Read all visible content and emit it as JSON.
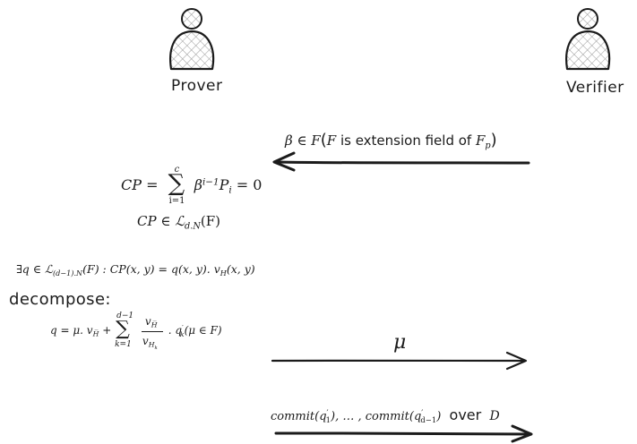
{
  "actors": {
    "prover": "Prover",
    "verifier": "Verifier"
  },
  "messages": {
    "challenge": {
      "beta_in_F": "β ∈ F",
      "open": "(",
      "F": "F",
      "note": " is extension field of ",
      "Fp_base": "F",
      "Fp_sub": "p",
      "close": ")"
    },
    "mu": "μ",
    "commitments": {
      "formula_a": "commit(q",
      "q1_sub": "1",
      "formula_b": "), … , commit(q",
      "qd_sub": "d−1",
      "formula_c": ")",
      "over": "over",
      "domain": "D"
    }
  },
  "prover_side": {
    "cp_lhs": "CP =",
    "sum_top": "c",
    "sum_bottom": "i=1",
    "cp_term_base": "β",
    "cp_term_sup": "i−1",
    "cp_term_P": "P",
    "cp_term_P_sub": "i",
    "cp_rhs": " = 0",
    "cp_in_code": "CP ∈ ℒ",
    "cp_in_sub": "d.N",
    "cp_in_tail": "(F)",
    "exists_line_a": "∃q ∈ ℒ",
    "exists_sub": "(d−1).N",
    "exists_line_b": "(F) : CP(x, y) = q(x, y). v",
    "exists_vH_sub": "H",
    "exists_line_c": "(x, y)",
    "decompose_label": "decompose:",
    "q_eq": "q = μ. v",
    "q_vbar_sub": "H̅",
    "q_plus": " + ",
    "sum2_top": "d−1",
    "sum2_bottom": "k=1",
    "frac_num": "v",
    "frac_num_sub": "H̅",
    "frac_den": "v",
    "frac_den_sub": "H",
    "frac_den_subsub": "k",
    "q_tail_a": ". q",
    "q_tail_sub": "k",
    "q_tail_b": "(μ ∈ F)"
  }
}
